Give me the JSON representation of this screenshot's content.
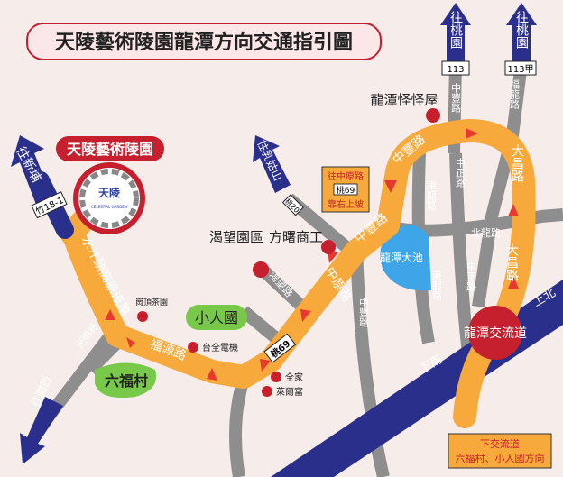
{
  "title": "天陵藝術陵園龍潭方向交通指引圖",
  "colors": {
    "background": "#f6ecea",
    "route": "#f8a93b",
    "road": "#8e8e8e",
    "highway": "#2b2f8c",
    "marker": "#c61f2d",
    "park": "#78c94a",
    "pond": "#3ea6e8",
    "arrow": "#e63a2e"
  },
  "destinations": {
    "taoyuan_1": "往桃園",
    "route_113": "113",
    "taoyuan_2": "往桃園",
    "route_113a": "113甲",
    "xinpu": "往新埔",
    "route_zhu18": "竹18-1",
    "rugushan": "往乳姑山",
    "route_tao20": "桃20",
    "guanxi": "往關西"
  },
  "cemetery": {
    "name": "天陵藝術陵園",
    "logo_text": "天陵",
    "logo_sub": "CELESTIAL GARDEN"
  },
  "roads": {
    "zhongfeng_top": "中豐路",
    "fulong": "福龍路",
    "zhongfeng_route_1": "中豐路",
    "zhongfeng_route_2": "中豐路",
    "dachang_1": "大昌路",
    "dachang_2": "大昌路",
    "zhongzheng_1": "中正路",
    "zhongzheng_2": "中正路",
    "donglong_1": "東龍路",
    "donglong_2": "東龍路",
    "beilong": "北龍路",
    "zhongyuan": "中原路",
    "kewang": "渴望路",
    "zhongfeng_low": "中豐路",
    "shuibiantou": "水汴頭高原道路",
    "fuyuan": "福源路",
    "guangming": "光明路",
    "route_tao69": "桃69"
  },
  "landmarks": {
    "guaiguaiwu": "龍潭怪怪屋",
    "kewang_park": "渴望園區",
    "fangshu": "方曙商工",
    "pond": "龍潭大池",
    "tea_garden": "崗頂茶園",
    "window_of_china": "小人國",
    "leofoo": "六福村",
    "taiquan": "台全電機",
    "familymart": "全家",
    "hilife": "萊爾富",
    "interchange": "龍潭交流道"
  },
  "highway": {
    "north": "上北",
    "south": "下南"
  },
  "notes": {
    "zhongyuan_hint": [
      "往中原路",
      "桃69",
      "靠右上坡"
    ],
    "exit_hint": [
      "下交流道",
      "六福村、小人國方向"
    ]
  }
}
